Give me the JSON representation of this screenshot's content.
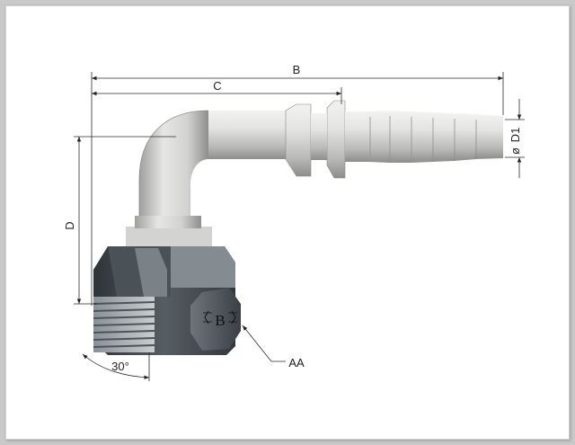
{
  "labels": {
    "b": "B",
    "c": "C",
    "d": "D",
    "d1": "D1",
    "phi": "ø",
    "angle": "30°",
    "aa": "AA",
    "logo": "B"
  },
  "colors": {
    "background": "#ffffff",
    "outer": "#c9c9c9",
    "line": "#2a2a2a",
    "tube_light": "#e2e2e0",
    "tube_dark": "#9a9a98",
    "nut_dark": "#3b4044",
    "nut_mid": "#5a6167"
  }
}
